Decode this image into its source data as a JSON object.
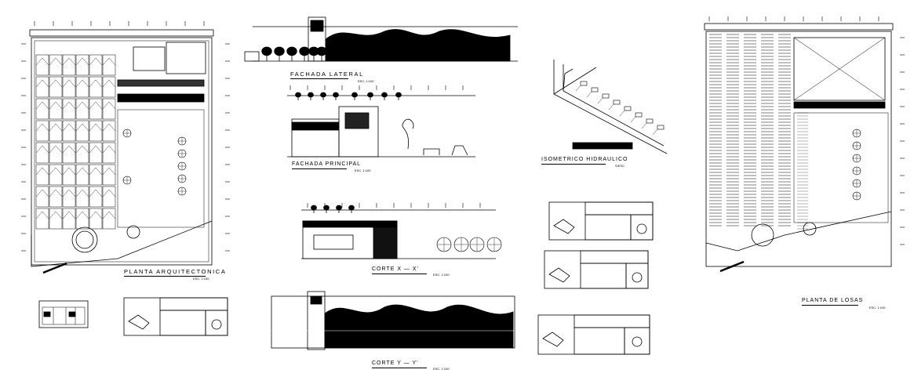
{
  "drawing": {
    "stroke_color": "#000000",
    "background": "#ffffff",
    "views": {
      "planta_arquitectonica": {
        "title": "PLANTA  ARQUITECTONICA",
        "scale": "ESC. 1:100"
      },
      "fachada_lateral": {
        "title": "FACHADA  LATERAL",
        "scale": "ESC. 1:100"
      },
      "fachada_principal": {
        "title": "FACHADA  PRINCIPAL",
        "scale": "ESC. 1:100"
      },
      "isometrico_hidraulico": {
        "title": "ISOMETRICO  HIDRAULICO",
        "scale": "S/ESC"
      },
      "corte_x": {
        "title": "CORTE  X  —  X'",
        "scale": "ESC. 1:100"
      },
      "corte_y": {
        "title": "CORTE  Y  —  Y'",
        "scale": "ESC. 1:100"
      },
      "planta_losas": {
        "title": "PLANTA  DE  LOSAS",
        "scale": "ESC. 1:100"
      }
    }
  }
}
